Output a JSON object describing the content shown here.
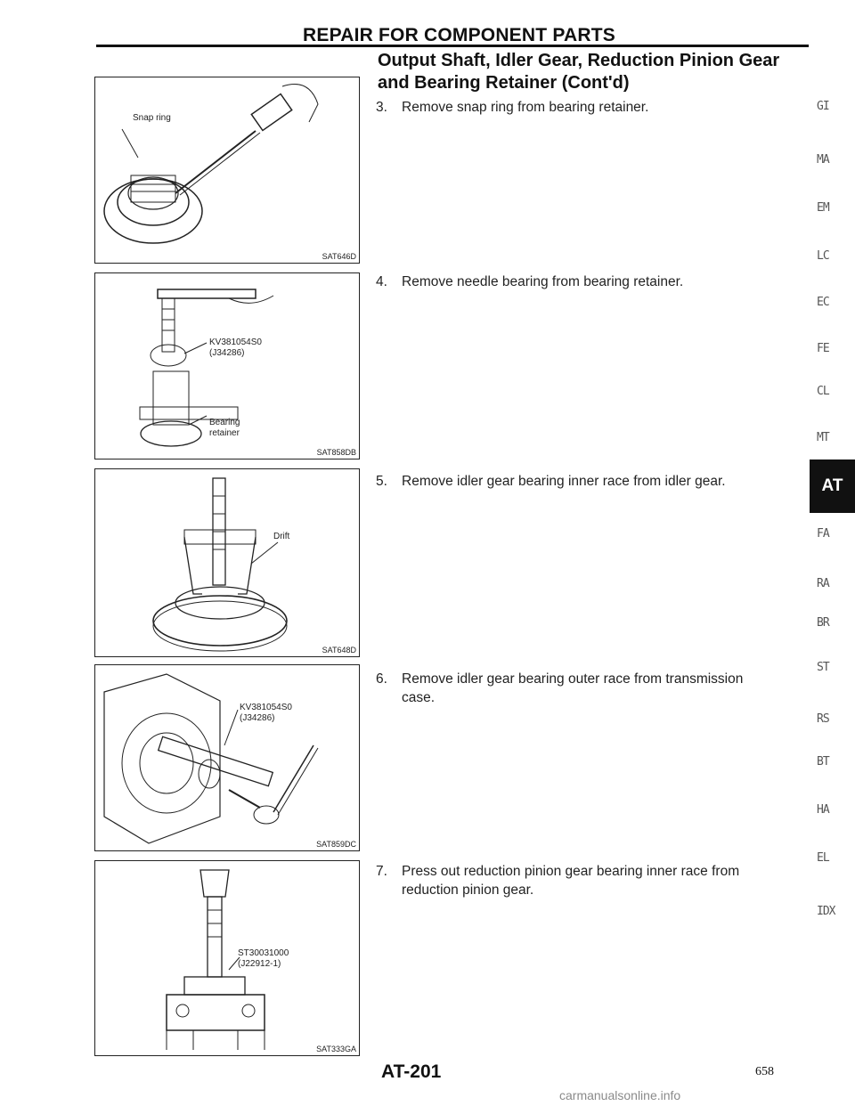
{
  "header": "REPAIR FOR COMPONENT PARTS",
  "section_title": "Output Shaft, Idler Gear, Reduction Pinion Gear and Bearing Retainer (Cont'd)",
  "figures": [
    {
      "code": "SAT646D",
      "callouts": [
        "Snap ring"
      ]
    },
    {
      "code": "SAT858DB",
      "callouts": [
        "KV381054S0",
        "(J34286)",
        "Bearing",
        "retainer"
      ]
    },
    {
      "code": "SAT648D",
      "callouts": [
        "Drift"
      ]
    },
    {
      "code": "SAT859DC",
      "callouts": [
        "KV381054S0",
        "(J34286)"
      ]
    },
    {
      "code": "SAT333GA",
      "callouts": [
        "ST30031000",
        "(J22912-1)"
      ]
    }
  ],
  "steps": [
    {
      "num": "3.",
      "text": "Remove snap ring from bearing retainer."
    },
    {
      "num": "4.",
      "text": "Remove needle bearing from bearing retainer."
    },
    {
      "num": "5.",
      "text": "Remove idler gear bearing inner race from idler gear."
    },
    {
      "num": "6.",
      "text": "Remove idler gear bearing outer race from transmission",
      "text2": "case."
    },
    {
      "num": "7.",
      "text": "Press out reduction pinion gear bearing inner race from",
      "text2": "reduction pinion gear."
    }
  ],
  "side_index": [
    "GI",
    "MA",
    "EM",
    "LC",
    "EC",
    "FE",
    "CL",
    "MT",
    "AT",
    "FA",
    "RA",
    "BR",
    "ST",
    "RS",
    "BT",
    "HA",
    "EL",
    "IDX"
  ],
  "active_tab": "AT",
  "page_label": "AT-201",
  "page_number": "658",
  "watermark": "carmanualsonline.info"
}
